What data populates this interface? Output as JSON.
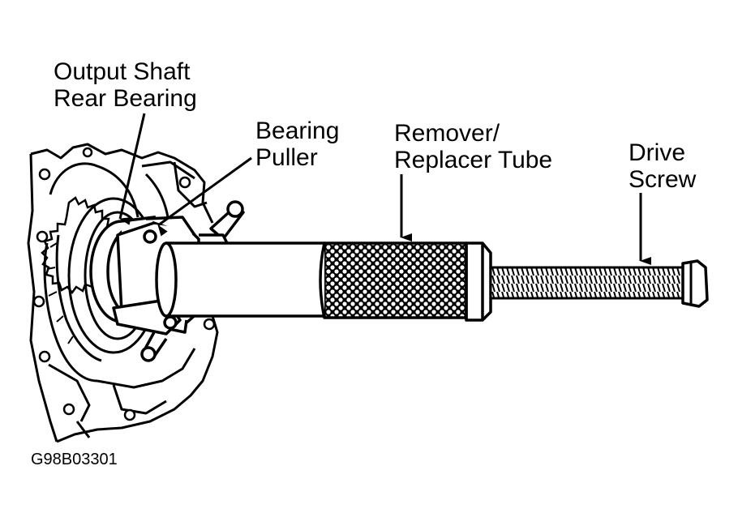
{
  "labels": {
    "output_shaft_rear_bearing": [
      "Output Shaft",
      "Rear Bearing"
    ],
    "bearing_puller": [
      "Bearing",
      "Puller"
    ],
    "remover_replacer_tube": [
      "Remover/",
      "Replacer Tube"
    ],
    "drive_screw": [
      "Drive",
      "Screw"
    ]
  },
  "figure_code": "G98B03301",
  "colors": {
    "ink": "#000000",
    "paper": "#ffffff"
  }
}
